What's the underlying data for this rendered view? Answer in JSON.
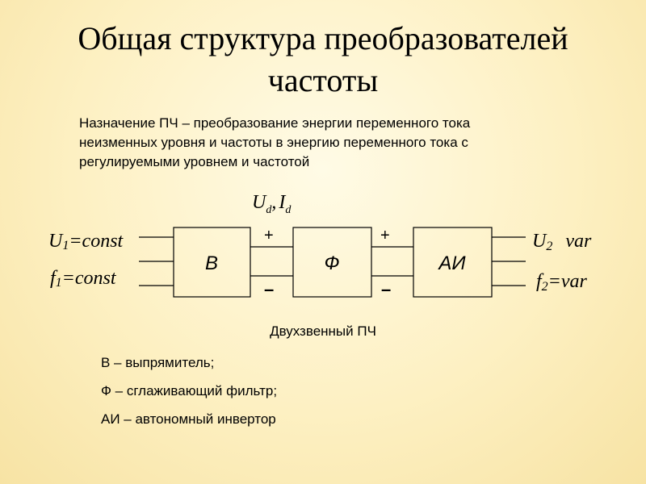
{
  "title": {
    "line1": "Общая структура преобразователей",
    "line2": "частоты"
  },
  "purpose": {
    "line1": "Назначение ПЧ – преобразование энергии переменного тока",
    "line2": "неизменных уровня и частоты в энергию переменного тока с",
    "line3": "регулируемыми уровнем и частотой"
  },
  "diagram": {
    "dc_label": {
      "u": "U",
      "u_sub": "d",
      "sep": ",",
      "i": "I",
      "i_sub": "d"
    },
    "input": {
      "u": {
        "sym": "U",
        "sub": "1",
        "rest": "=const"
      },
      "f": {
        "sym": "f",
        "sub": "1",
        "rest": "=const"
      }
    },
    "output": {
      "u": {
        "sym": "U",
        "sub": "2",
        "rest": "var"
      },
      "f": {
        "sym": "f",
        "sub": "2",
        "rest": "=var"
      }
    },
    "blocks": {
      "rectifier": "В",
      "filter": "Ф",
      "inverter": "АИ"
    },
    "plus": "+",
    "minus": "–"
  },
  "subtitle": "Двухзвенный ПЧ",
  "legend": [
    "В – выпрямитель;",
    "Ф – сглаживающий фильтр;",
    "АИ – автономный инвертор"
  ]
}
